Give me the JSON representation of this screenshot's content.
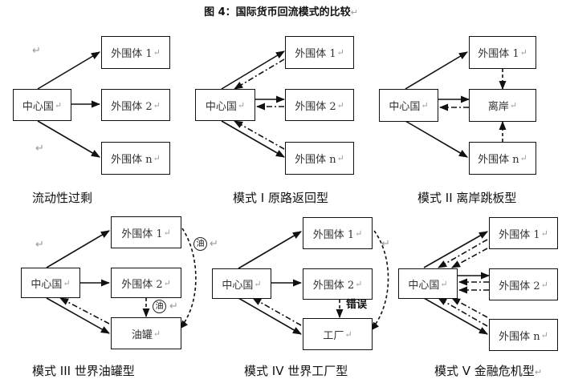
{
  "title": "图 4：国际货币回流模式的比较",
  "return_mark": "↵",
  "labels": {
    "center": "中心国",
    "p1": "外围体 1",
    "p2": "外围体 2",
    "pn": "外围体 n",
    "offshore": "离岸",
    "oil_tank": "油罐",
    "factory": "工厂",
    "oil": "油",
    "error": "错误"
  },
  "panels": [
    {
      "id": "liquidity-surplus",
      "caption": "流动性过剩"
    },
    {
      "id": "mode-1",
      "caption": "模式 I  原路返回型"
    },
    {
      "id": "mode-2",
      "caption": "模式 II  离岸跳板型"
    },
    {
      "id": "mode-3",
      "caption": "模式 III  世界油罐型"
    },
    {
      "id": "mode-4",
      "caption": "模式 IV  世界工厂型"
    },
    {
      "id": "mode-5",
      "caption": "模式 V  金融危机型"
    }
  ]
}
